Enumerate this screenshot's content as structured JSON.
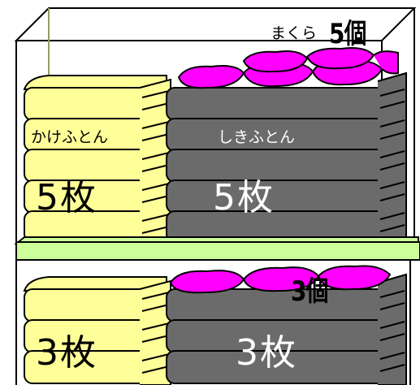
{
  "colors": {
    "futon_yellow": "#ffff99",
    "futon_dark": "#6b6b6b",
    "pillow_magenta": "#ff00ff",
    "shelf_green": "#ccff99",
    "outline": "#000000",
    "background": "#ffffff"
  },
  "upper_shelf": {
    "pillow_label": "まくら",
    "pillow_count": "5個",
    "kakebuton_label": "かけふとん",
    "kakebuton_count": "5枚",
    "shikibuton_label": "しきふとん",
    "shikibuton_count": "5枚",
    "kakebuton_quantity": 5,
    "shikibuton_quantity": 5,
    "pillow_quantity": 5
  },
  "lower_shelf": {
    "pillow_count": "3個",
    "kakebuton_count": "3枚",
    "shikibuton_count": "3枚",
    "kakebuton_quantity": 3,
    "shikibuton_quantity": 3,
    "pillow_quantity": 3
  }
}
